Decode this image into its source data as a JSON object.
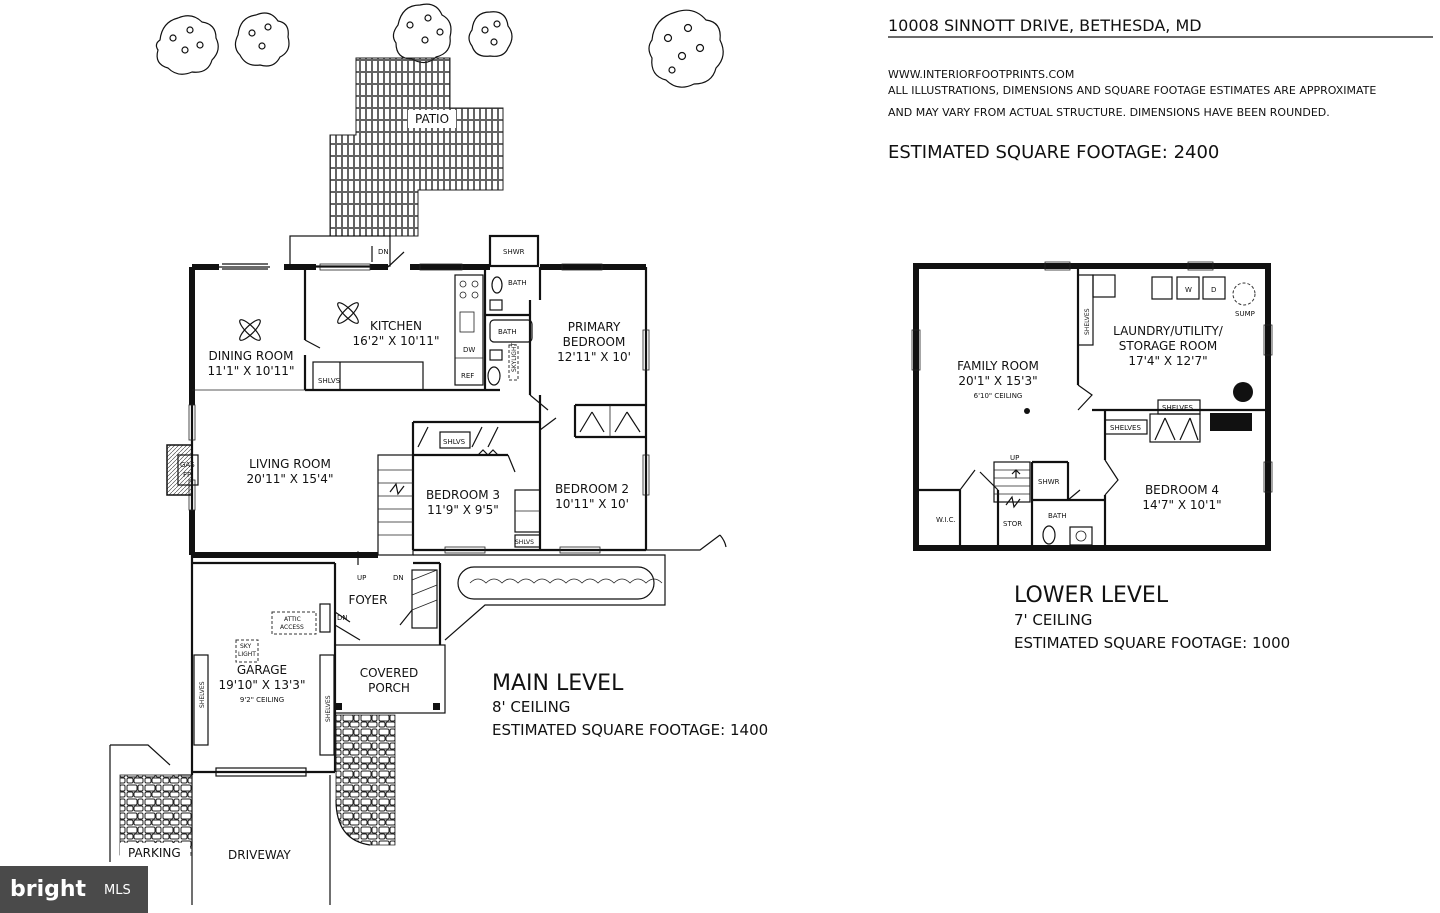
{
  "header": {
    "address": "10008 SINNOTT DRIVE, BETHESDA, MD",
    "website": "WWW.INTERIORFOOTPRINTS.COM",
    "disclaimer_line1": "ALL ILLUSTRATIONS, DIMENSIONS AND SQUARE FOOTAGE ESTIMATES ARE APPROXIMATE",
    "disclaimer_line2": "AND MAY VARY FROM ACTUAL STRUCTURE. DIMENSIONS HAVE BEEN ROUNDED.",
    "total_sqft": "ESTIMATED SQUARE FOOTAGE: 2400"
  },
  "main_level": {
    "title": "MAIN LEVEL",
    "ceiling": "8' CEILING",
    "sqft": "ESTIMATED SQUARE FOOTAGE: 1400",
    "rooms": {
      "patio": "PATIO",
      "dining": "DINING ROOM",
      "dining_dim": "11'1\" X 10'11\"",
      "kitchen": "KITCHEN",
      "kitchen_dim": "16'2\" X 10'11\"",
      "bath1": "BATH",
      "bath2": "BATH",
      "shwr": "SHWR",
      "primary1": "PRIMARY",
      "primary2": "BEDROOM",
      "primary_dim": "12'11\" X 10'",
      "living": "LIVING ROOM",
      "living_dim": "20'11\" X 15'4\"",
      "gas": "GAS",
      "fp": "FP",
      "bed3": "BEDROOM 3",
      "bed3_dim": "11'9\" X 9'5\"",
      "bed2": "BEDROOM 2",
      "bed2_dim": "10'11\" X 10'",
      "foyer": "FOYER",
      "porch1": "COVERED",
      "porch2": "PORCH",
      "garage": "GARAGE",
      "garage_dim": "19'10\" X 13'3\"",
      "garage_ceiling": "9'2\" CEILING",
      "attic1": "ATTIC",
      "attic2": "ACCESS",
      "sky1": "SKY",
      "sky2": "LIGHT",
      "driveway": "DRIVEWAY",
      "parking": "PARKING",
      "shlvs": "SHLVS",
      "shelves": "SHELVES",
      "dw": "DW",
      "ref": "REF",
      "skylight": "SKYLIGHT",
      "dn": "DN",
      "up": "UP"
    }
  },
  "lower_level": {
    "title": "LOWER LEVEL",
    "ceiling": "7' CEILING",
    "sqft": "ESTIMATED SQUARE FOOTAGE: 1000",
    "rooms": {
      "family": "FAMILY ROOM",
      "family_dim": "20'1\" X 15'3\"",
      "family_ceiling": "6'10\" CEILING",
      "laundry1": "LAUNDRY/UTILITY/",
      "laundry2": "STORAGE ROOM",
      "laundry_dim": "17'4\" X 12'7\"",
      "sump": "SUMP",
      "w": "W",
      "d": "D",
      "shelves": "SHELVES",
      "bed4": "BEDROOM 4",
      "bed4_dim": "14'7\" X 10'1\"",
      "wic": "W.I.C.",
      "stor": "STOR",
      "bath": "BATH",
      "shwr": "SHWR",
      "up": "UP"
    }
  },
  "watermark": {
    "brand": "bright",
    "suffix": "MLS"
  }
}
